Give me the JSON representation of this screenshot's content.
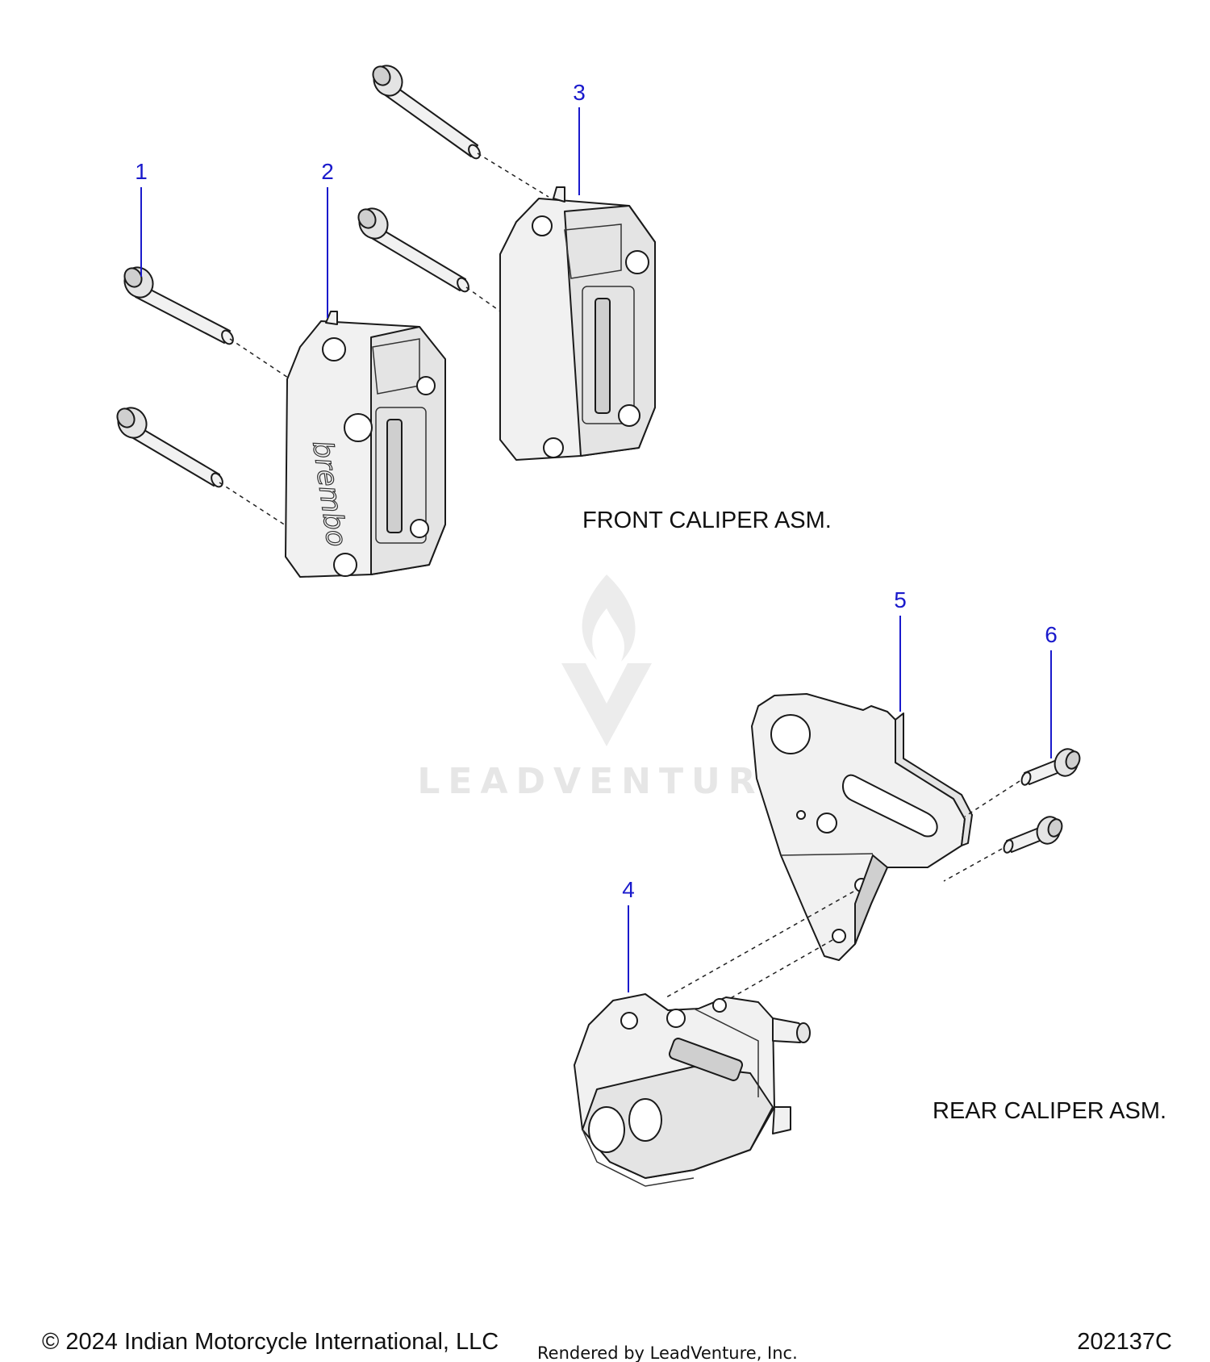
{
  "callouts": [
    {
      "number": "1",
      "part": "front-caliper-bolt"
    },
    {
      "number": "2",
      "part": "front-caliper-left"
    },
    {
      "number": "3",
      "part": "front-caliper-right"
    },
    {
      "number": "4",
      "part": "rear-caliper"
    },
    {
      "number": "5",
      "part": "rear-caliper-bracket"
    },
    {
      "number": "6",
      "part": "rear-caliper-screw"
    }
  ],
  "assemblies": {
    "front": "FRONT CALIPER ASM.",
    "rear": "REAR CALIPER ASM."
  },
  "caliper_brand": "brembo",
  "watermark": {
    "text": "LEADVENTURE",
    "logo": "flame-v-logo"
  },
  "footer": {
    "copyright": "© 2024 Indian Motorcycle International, LLC",
    "rendered_by": "Rendered by LeadVenture, Inc.",
    "diagram_code": "202137C"
  },
  "colors": {
    "callout": "#1a1acc",
    "line": "#1a1a1a",
    "part_fill": "#f1f1f1",
    "watermark": "#e6e6e6"
  }
}
